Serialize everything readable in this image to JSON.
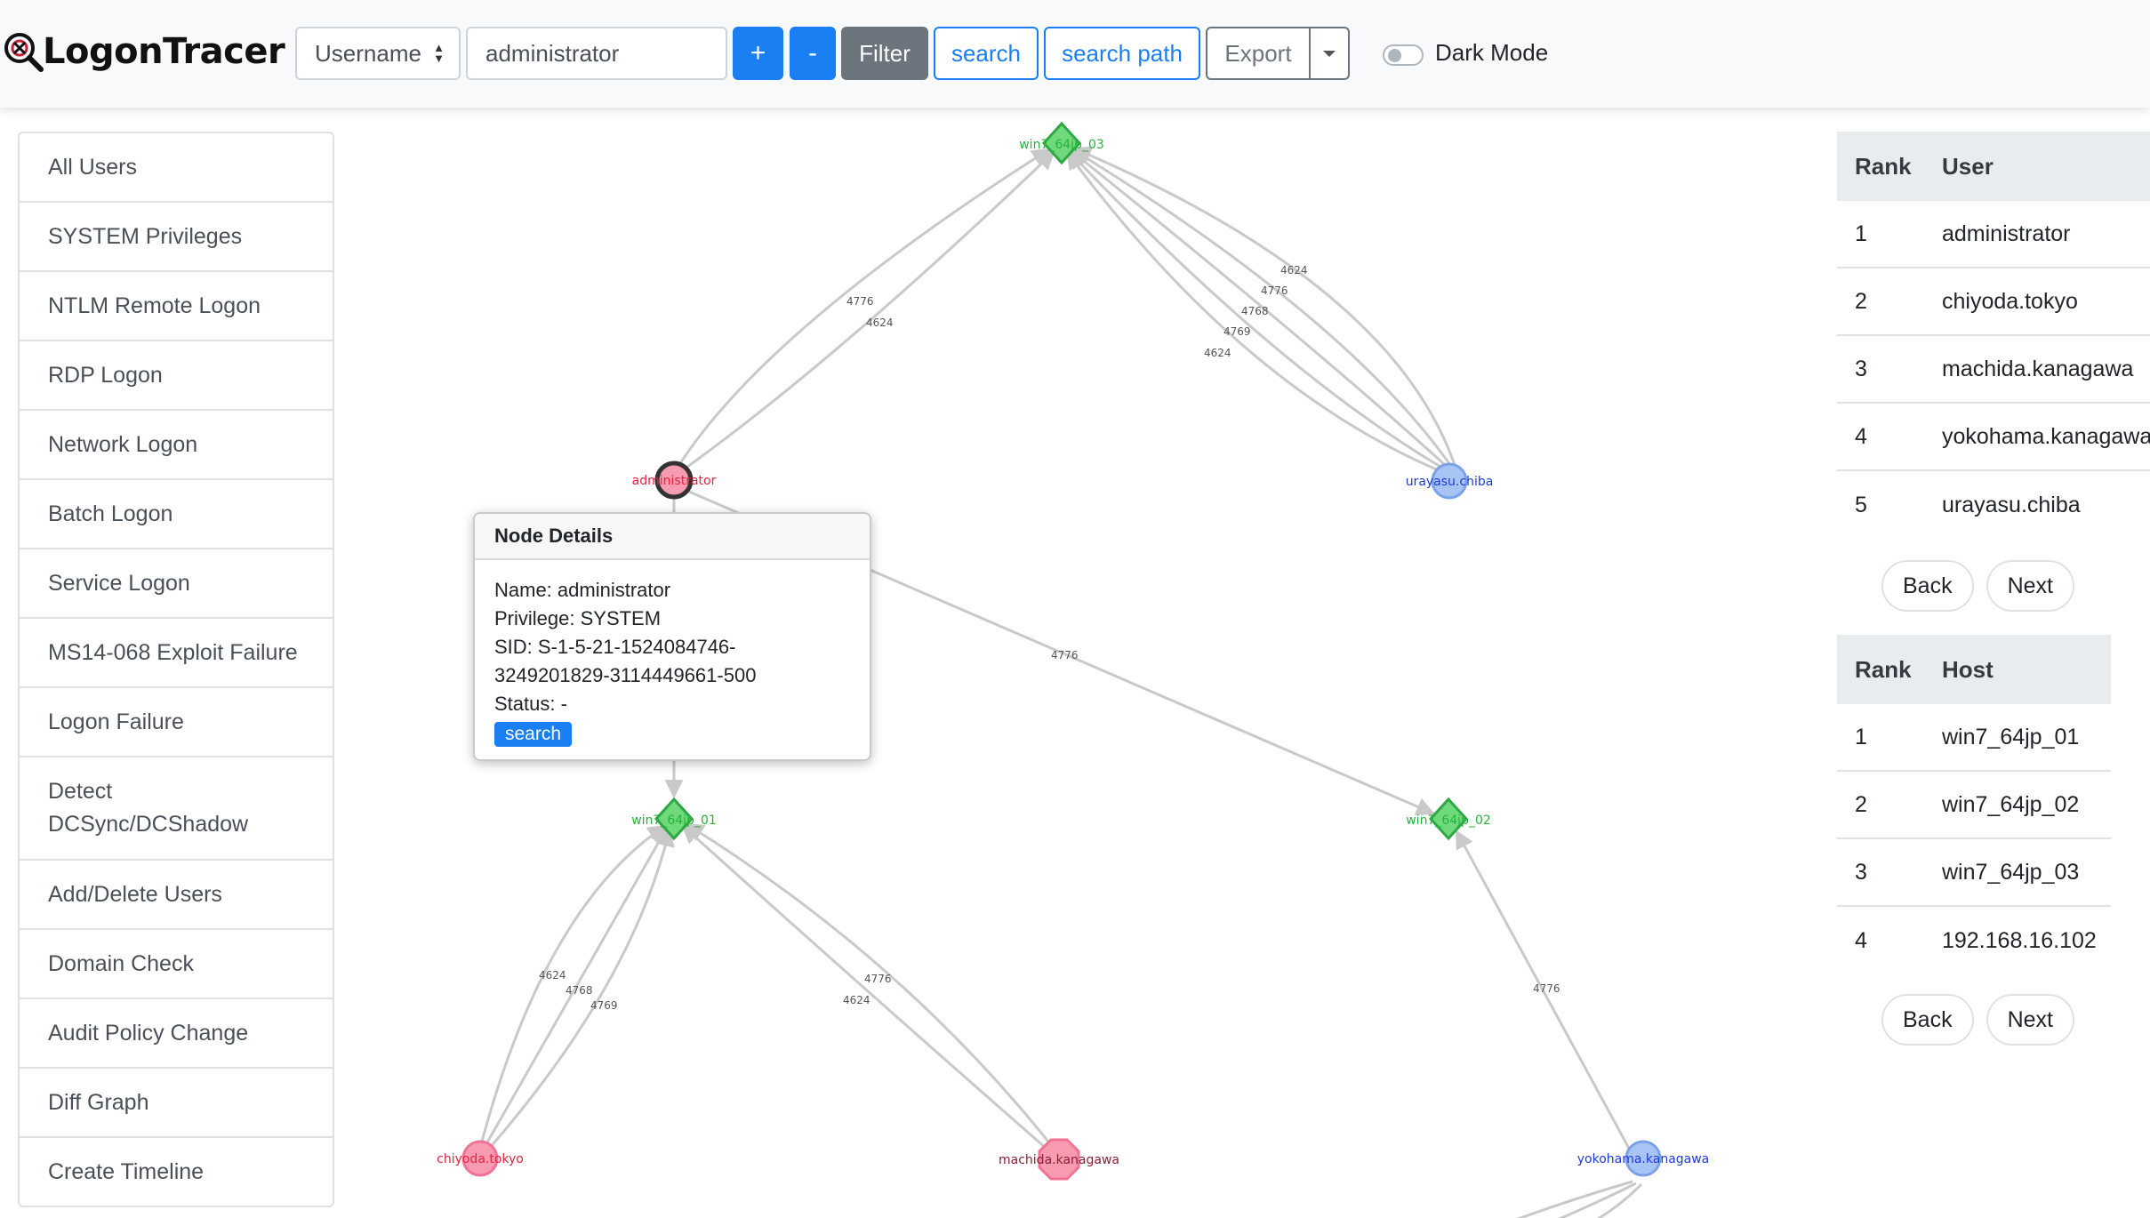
{
  "app": {
    "title": "LogonTracer"
  },
  "toolbar": {
    "select_value": "Username",
    "input_value": "administrator",
    "plus_label": "+",
    "minus_label": "-",
    "filter_label": "Filter",
    "search_label": "search",
    "search_path_label": "search path",
    "export_label": "Export",
    "dark_mode_label": "Dark Mode"
  },
  "sidebar": {
    "items": [
      {
        "label": "All Users"
      },
      {
        "label": "SYSTEM Privileges"
      },
      {
        "label": "NTLM Remote Logon"
      },
      {
        "label": "RDP Logon"
      },
      {
        "label": "Network Logon"
      },
      {
        "label": "Batch Logon"
      },
      {
        "label": "Service Logon"
      },
      {
        "label": "MS14-068 Exploit Failure"
      },
      {
        "label": "Logon Failure"
      },
      {
        "label": "Detect DCSync/DCShadow"
      },
      {
        "label": "Add/Delete Users"
      },
      {
        "label": "Domain Check"
      },
      {
        "label": "Audit Policy Change"
      },
      {
        "label": "Diff Graph"
      },
      {
        "label": "Create Timeline"
      }
    ]
  },
  "graph": {
    "nodes": {
      "win7_03": "win7_64jp_03",
      "win7_01": "win7_64jp_01",
      "win7_02": "win7_64jp_02",
      "administrator": "administrator",
      "urayasu": "urayasu.chiba",
      "chiyoda": "chiyoda.tokyo",
      "machida": "machida.kanagawa",
      "yokohama": "yokohama.kanagawa"
    },
    "edge_labels": {
      "a1": "4776",
      "a2": "4624",
      "u1": "4624",
      "u2": "4776",
      "u3": "4768",
      "u4": "4769",
      "u5": "4624",
      "w2": "4776",
      "c1": "4624",
      "c2": "4768",
      "c3": "4769",
      "m1": "4776",
      "m2": "4624",
      "y1": "4776"
    },
    "colors": {
      "host": "#3ec94f",
      "admin_user": "#f79bb0",
      "user_blue": "#a8c4f4",
      "edge": "#c9c9c9"
    }
  },
  "popup": {
    "title": "Node Details",
    "name": "Name: administrator",
    "privilege": "Privilege: SYSTEM",
    "sid_line1": "SID: S-1-5-21-1524084746-",
    "sid_line2": "3249201829-3114449661-500",
    "status": "Status: -",
    "search_label": "search"
  },
  "users_table": {
    "headers": [
      "Rank",
      "User"
    ],
    "rows": [
      [
        "1",
        "administrator"
      ],
      [
        "2",
        "chiyoda.tokyo"
      ],
      [
        "3",
        "machida.kanagawa"
      ],
      [
        "4",
        "yokohama.kanagawa"
      ],
      [
        "5",
        "urayasu.chiba"
      ]
    ],
    "back_label": "Back",
    "next_label": "Next"
  },
  "hosts_table": {
    "headers": [
      "Rank",
      "Host"
    ],
    "rows": [
      [
        "1",
        "win7_64jp_01"
      ],
      [
        "2",
        "win7_64jp_02"
      ],
      [
        "3",
        "win7_64jp_03"
      ],
      [
        "4",
        "192.168.16.102"
      ]
    ],
    "back_label": "Back",
    "next_label": "Next"
  }
}
